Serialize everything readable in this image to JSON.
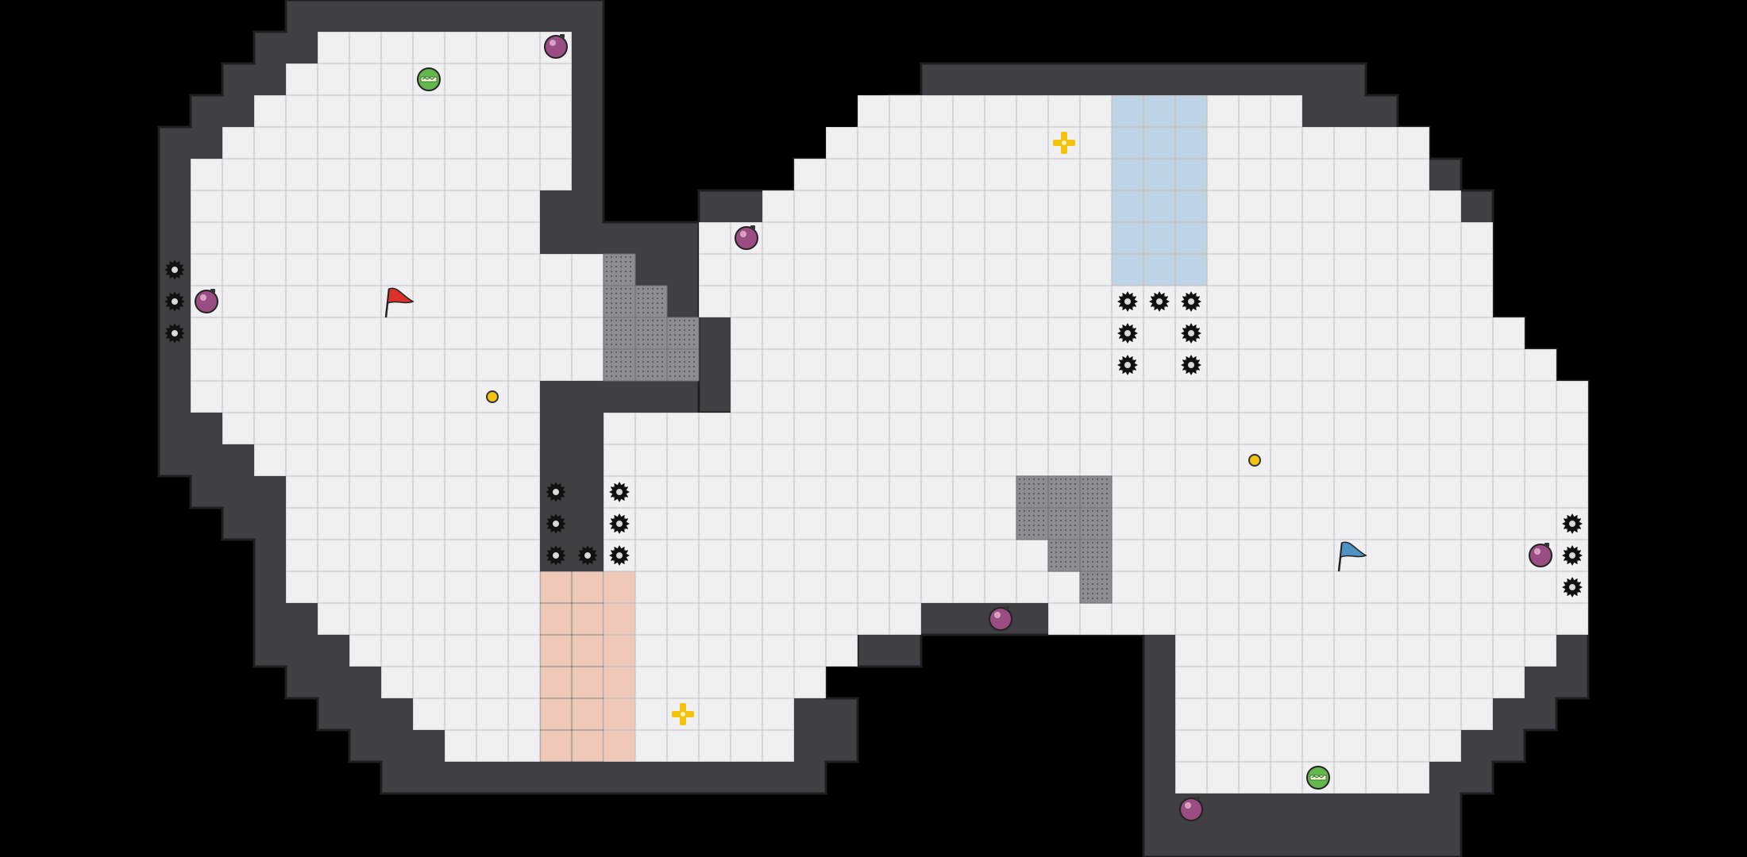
{
  "colors": {
    "background": "#000000",
    "wall": "#404044",
    "wall_edge": "#1f1f22",
    "floor": "#f0f0f3",
    "floor_grid": "#d6d6dc",
    "red_zone": "#efc8b8",
    "blue_zone": "#bcd4e6",
    "grate": "#8e8e92",
    "red_flag": "#d8322b",
    "blue_flag": "#4f93c4",
    "powerup": "#f4c20d",
    "bomb": "#9a4d82",
    "boost": "#62b84c",
    "spike": "#111111"
  },
  "map": {
    "red_team_flag": {
      "team": "red",
      "icon": "red-flag-icon"
    },
    "blue_team_flag": {
      "team": "blue",
      "icon": "blue-flag-icon"
    },
    "red_end_zone": {
      "team": "red"
    },
    "blue_end_zone": {
      "team": "blue"
    }
  }
}
